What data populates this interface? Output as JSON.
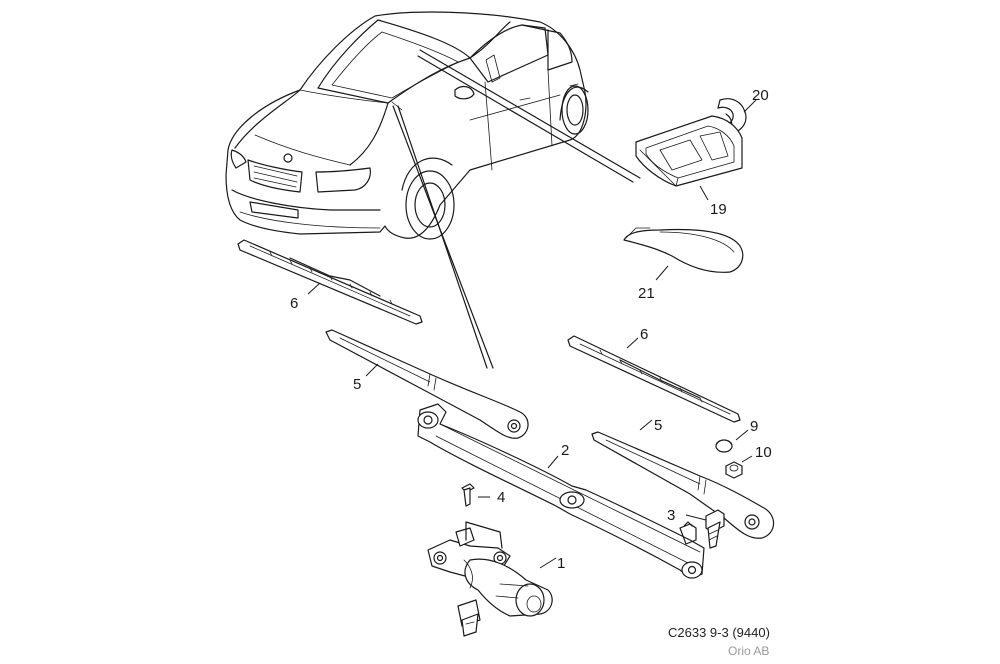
{
  "callouts": {
    "c1": "1",
    "c2": "2",
    "c3": "3",
    "c4": "4",
    "c5a": "5",
    "c5b": "5",
    "c6a": "6",
    "c6b": "6",
    "c9": "9",
    "c10": "10",
    "c19": "19",
    "c20": "20",
    "c21": "21"
  },
  "footer": {
    "code": "C2633 9-3 (9440)",
    "owner": "Orio AB"
  }
}
